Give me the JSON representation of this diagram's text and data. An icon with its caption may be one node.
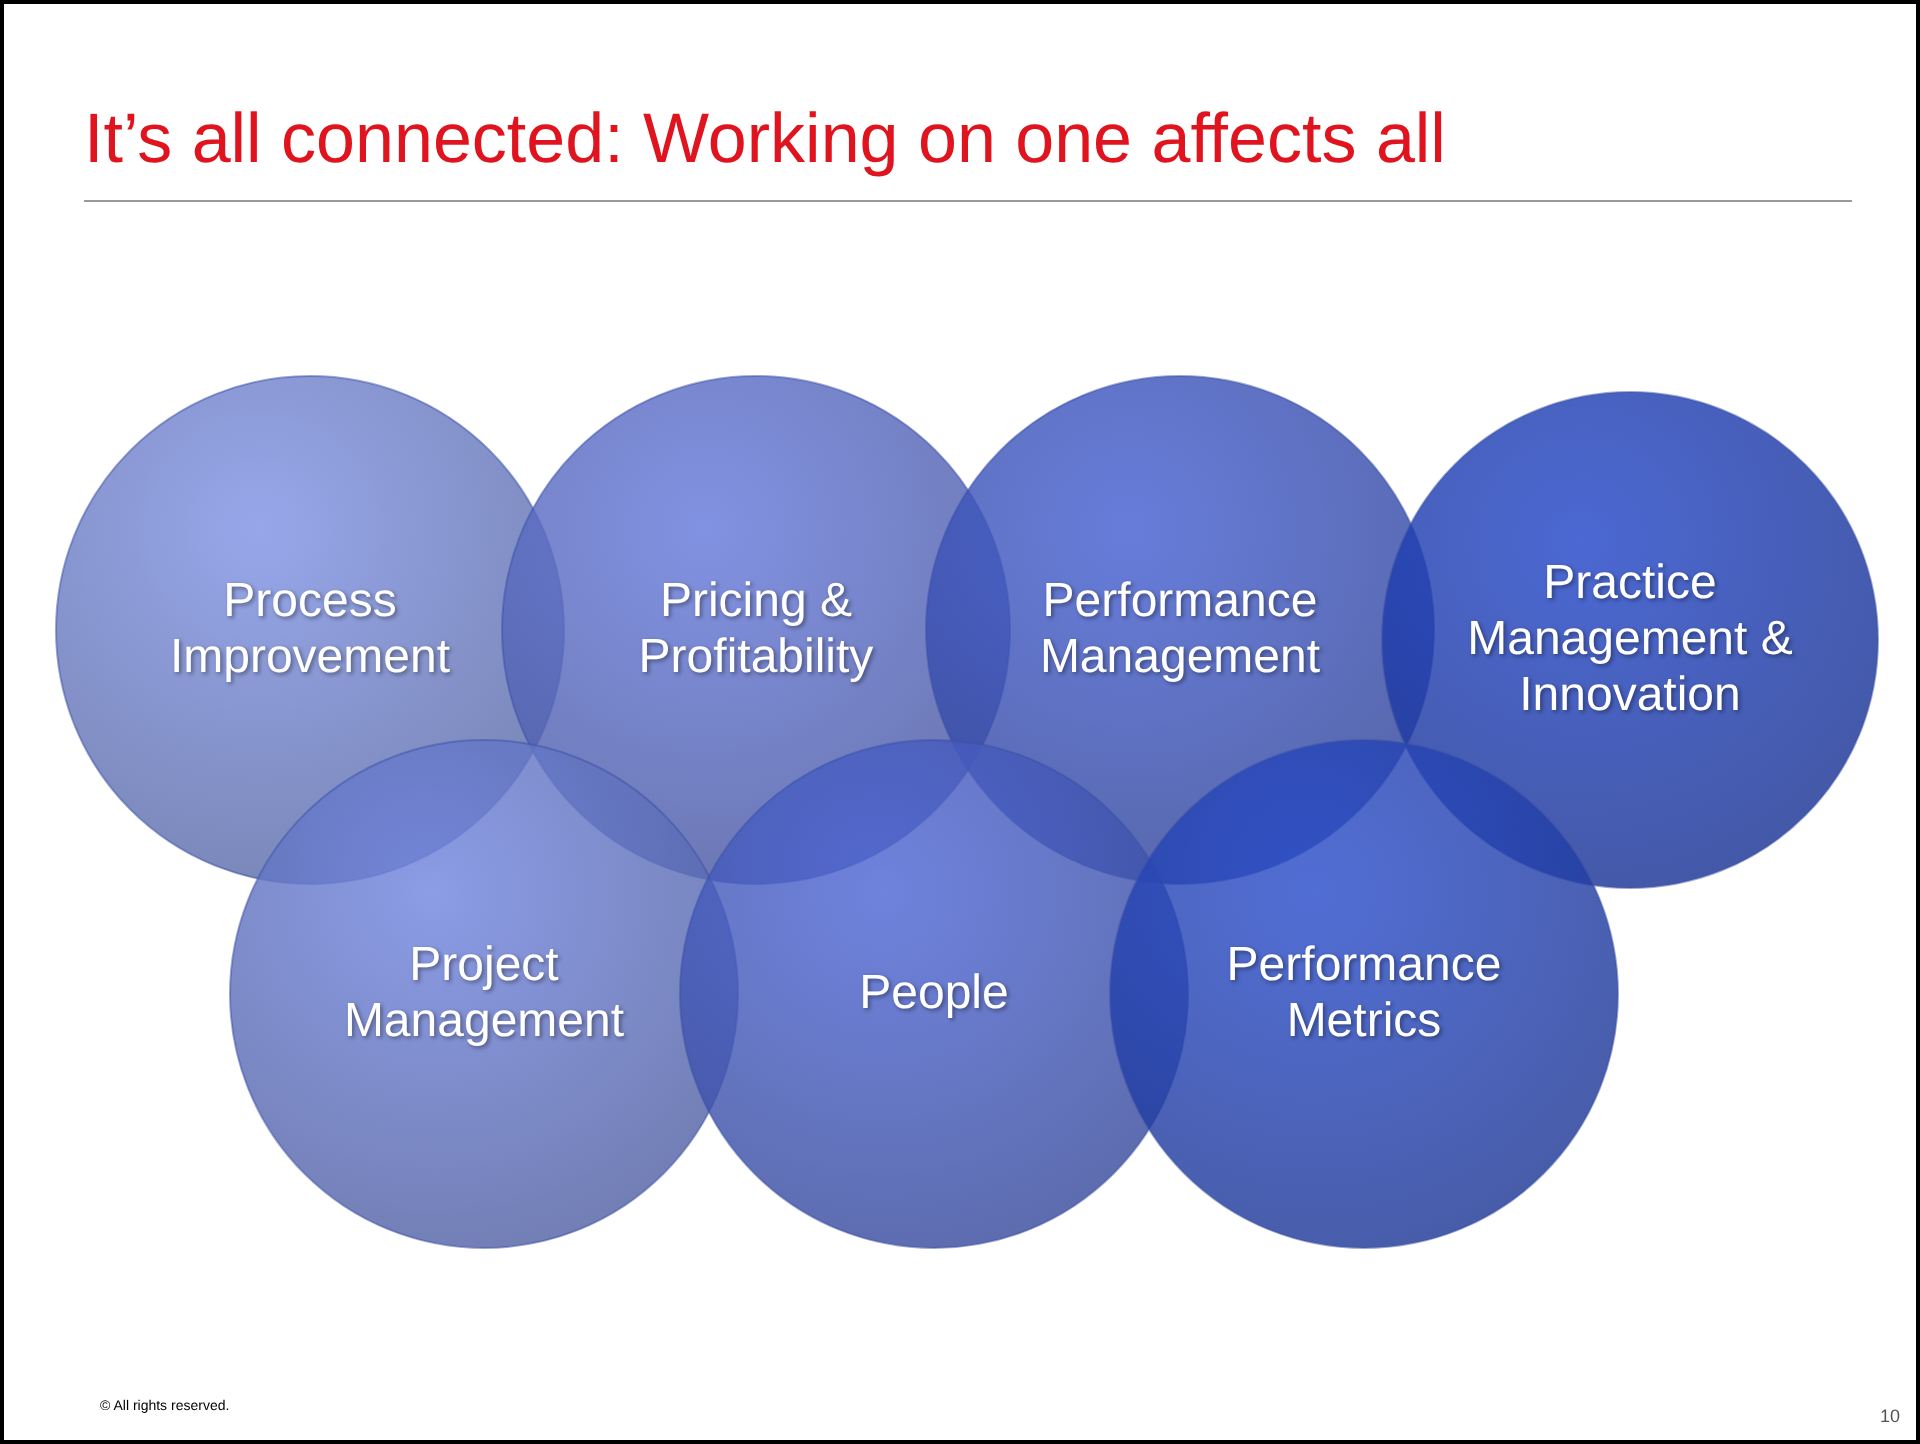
{
  "diagram": {
    "title": "It’s all connected: Working on one affects all",
    "nodes": [
      {
        "text": [
          "Process Improvement"
        ]
      },
      {
        "text": [
          "Pricing & Profitability"
        ]
      },
      {
        "text": [
          "Performance Management"
        ]
      },
      {
        "text": [
          "Practice Management & Innovation"
        ]
      },
      {
        "text": [
          "Project Management"
        ]
      },
      {
        "text": [
          "People"
        ]
      },
      {
        "text": [
          "Performance Metrics"
        ]
      }
    ],
    "labels": [
      "© All rights reserved.",
      "10"
    ]
  }
}
